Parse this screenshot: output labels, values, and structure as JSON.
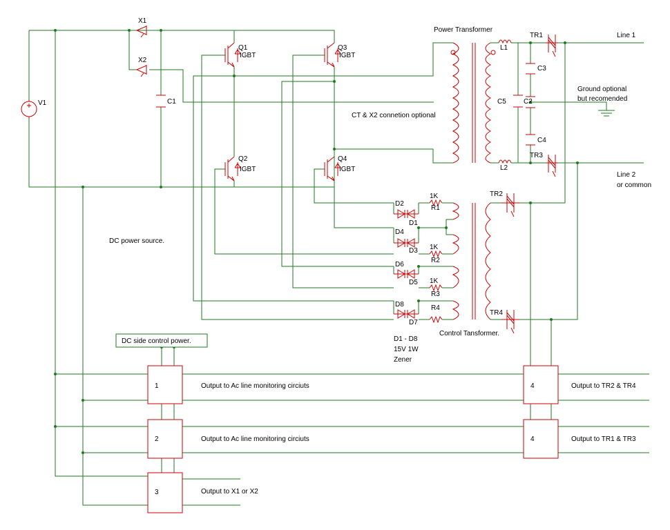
{
  "diagram": {
    "power_transformer": "Power Transformer",
    "control_transformer": "Control  Tansformer.",
    "ct_note": "CT & X2 connetion optional",
    "dc_power_source": "DC power source.",
    "ground_note_1": "Ground optional",
    "ground_note_2": "but recomended",
    "line1": "Line 1",
    "line2_1": "Line 2",
    "line2_2": "or common",
    "dc_side_control": "DC side control power.",
    "zener_1": "D1 - D8",
    "zener_2": "15V 1W",
    "zener_3": "Zener",
    "out_block1": "Output to Ac line monitoring circiuts",
    "out_block2": "Output to Ac line monitoring circiuts",
    "out_block3": "Output to  X1 or X2",
    "out_block4a": "Output to TR2 & TR4",
    "out_block4b": "Output to TR1 & TR3",
    "block_labels": [
      "1",
      "2",
      "3",
      "4",
      "4"
    ],
    "components": {
      "v1": "V1",
      "x1": "X1",
      "x2": "X2",
      "c1": "C1",
      "q1": "Q1",
      "q2": "Q2",
      "q3": "Q3",
      "q4": "Q4",
      "igbt": "IGBT",
      "l1": "L1",
      "l2": "L2",
      "c2": "C2",
      "c3": "C3",
      "c4": "C4",
      "c5": "C5",
      "tr1": "TR1",
      "tr2": "TR2",
      "tr3": "TR3",
      "tr4": "TR4",
      "r1": "R1",
      "r2": "R2",
      "r3": "R3",
      "r4": "R4",
      "k1": "1K",
      "d1": "D1",
      "d2": "D2",
      "d3": "D3",
      "d4": "D4",
      "d5": "D5",
      "d6": "D6",
      "d7": "D7",
      "d8": "D8"
    }
  }
}
